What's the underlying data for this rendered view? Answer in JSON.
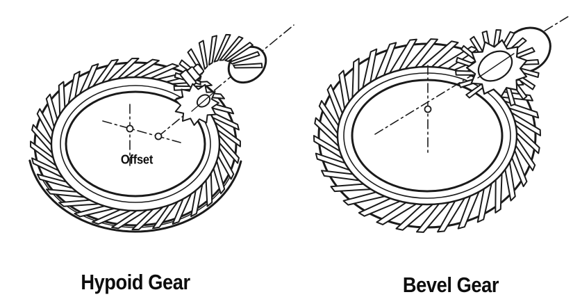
{
  "diagram": {
    "background_color": "#ffffff",
    "line_color": "#1a1a1a",
    "left_figure": {
      "title": "Hypoid Gear",
      "annotation": "Offset"
    },
    "right_figure": {
      "title": "Bevel Gear"
    }
  }
}
